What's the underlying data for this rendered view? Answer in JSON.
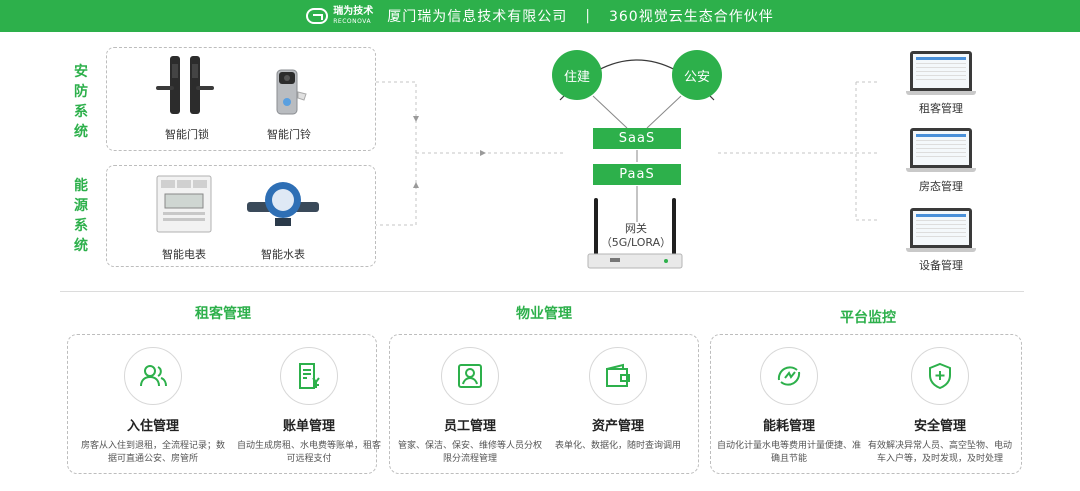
{
  "header": {
    "logo_cn": "瑞为技术",
    "logo_en": "RECONOVA",
    "company": "厦门瑞为信息技术有限公司",
    "separator": "|",
    "slogan": "360视觉云生态合作伙伴"
  },
  "left": {
    "security_label": [
      "安",
      "防",
      "系",
      "统"
    ],
    "energy_label": [
      "能",
      "源",
      "系",
      "统"
    ],
    "devices": [
      {
        "name": "智能门锁",
        "icon": "smart-lock-icon"
      },
      {
        "name": "智能门铃",
        "icon": "doorbell-icon"
      },
      {
        "name": "智能电表",
        "icon": "electric-meter-icon"
      },
      {
        "name": "智能水表",
        "icon": "water-meter-icon"
      }
    ]
  },
  "center": {
    "nodes": [
      "住建",
      "公安"
    ],
    "saas": "SaaS",
    "paas": "PaaS",
    "gateway_line1": "网关",
    "gateway_line2": "（5G/LORA）"
  },
  "right": {
    "systems": [
      "租客管理",
      "房态管理",
      "设备管理"
    ]
  },
  "sections": [
    {
      "title": "租客管理",
      "features": [
        {
          "icon": "users-icon",
          "title": "入住管理",
          "desc": "房客从入住到退租，全流程记录；数据可直通公安、房管所"
        },
        {
          "icon": "bill-icon",
          "title": "账单管理",
          "desc": "自动生成房租、水电费等账单，租客可远程支付"
        }
      ]
    },
    {
      "title": "物业管理",
      "features": [
        {
          "icon": "id-card-icon",
          "title": "员工管理",
          "desc": "管家、保洁、保安、维修等人员分权限分流程管理"
        },
        {
          "icon": "wallet-icon",
          "title": "资产管理",
          "desc": "表单化、数据化，随时查询调用"
        }
      ]
    },
    {
      "title": "平台监控",
      "features": [
        {
          "icon": "energy-icon",
          "title": "能耗管理",
          "desc": "自动化计量水电等费用计量便捷、准确且节能"
        },
        {
          "icon": "shield-icon",
          "title": "安全管理",
          "desc": "有效解决异常人员、高空坠物、电动车入户等，及时发现，及时处理"
        }
      ]
    }
  ],
  "colors": {
    "accent": "#2db04b",
    "border": "#bdbdbd"
  }
}
